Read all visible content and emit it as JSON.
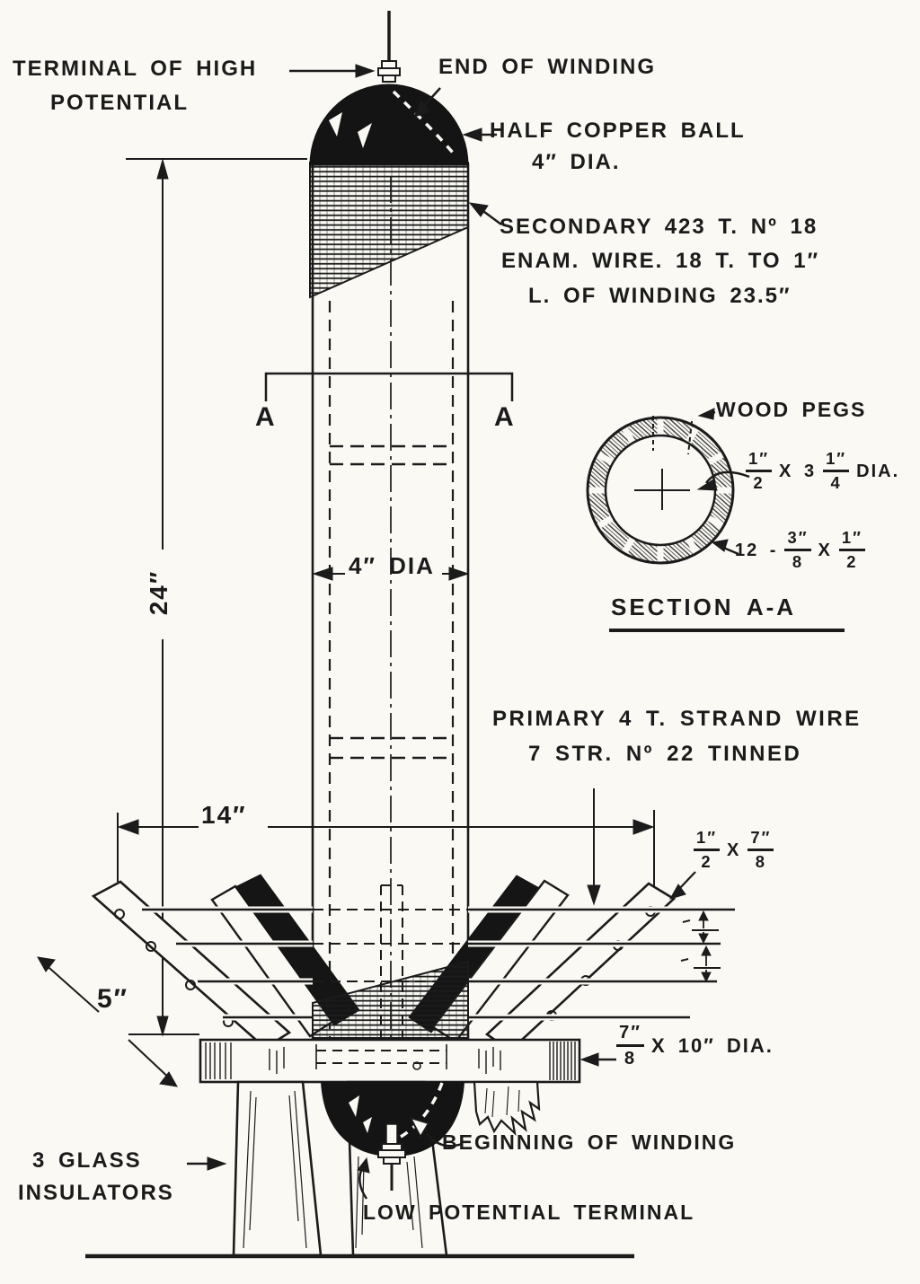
{
  "colors": {
    "paper": "#faf9f4",
    "ink": "#1b1b1b"
  },
  "labels": {
    "terminal_high_1": "TERMINAL OF HIGH",
    "terminal_high_2": "POTENTIAL",
    "end_of_winding": "END OF WINDING",
    "half_ball_1": "HALF COPPER BALL",
    "half_ball_2": "4″ DIA.",
    "secondary_1": "SECONDARY 423 T. Nº 18",
    "secondary_2": "ENAM. WIRE. 18 T. TO 1″",
    "secondary_3": "L. OF WINDING 23.5″",
    "section_a_left": "A",
    "section_a_right": "A",
    "wood_pegs": "WOOD PEGS",
    "bore": {
      "f1n": "1″",
      "f1d": "2",
      "mid": "X 3",
      "f2n": "1″",
      "f2d": "4",
      "tail": "DIA."
    },
    "strips": {
      "lead": "12 -",
      "f1n": "3″",
      "f1d": "8",
      "mid": "X",
      "f2n": "1″",
      "f2d": "2"
    },
    "section_title": "SECTION A-A",
    "dim_24": "24″",
    "dim_4dia": "4″ DIA",
    "primary_1": "PRIMARY 4 T. STRAND WIRE",
    "primary_2": "7 STR. Nº 22 TINNED",
    "dim_14": "14″",
    "arm_section": {
      "f1n": "1″",
      "f1d": "2",
      "mid": "X",
      "f2n": "7″",
      "f2d": "8"
    },
    "dim_5": "5″",
    "plate": {
      "f1n": "7″",
      "f1d": "8",
      "tail": "X 10″ DIA."
    },
    "beginning_of_winding": "BEGINNING OF WINDING",
    "low_potential": "LOW POTENTIAL TERMINAL",
    "glass_1": "3 GLASS",
    "glass_2": "INSULATORS"
  }
}
